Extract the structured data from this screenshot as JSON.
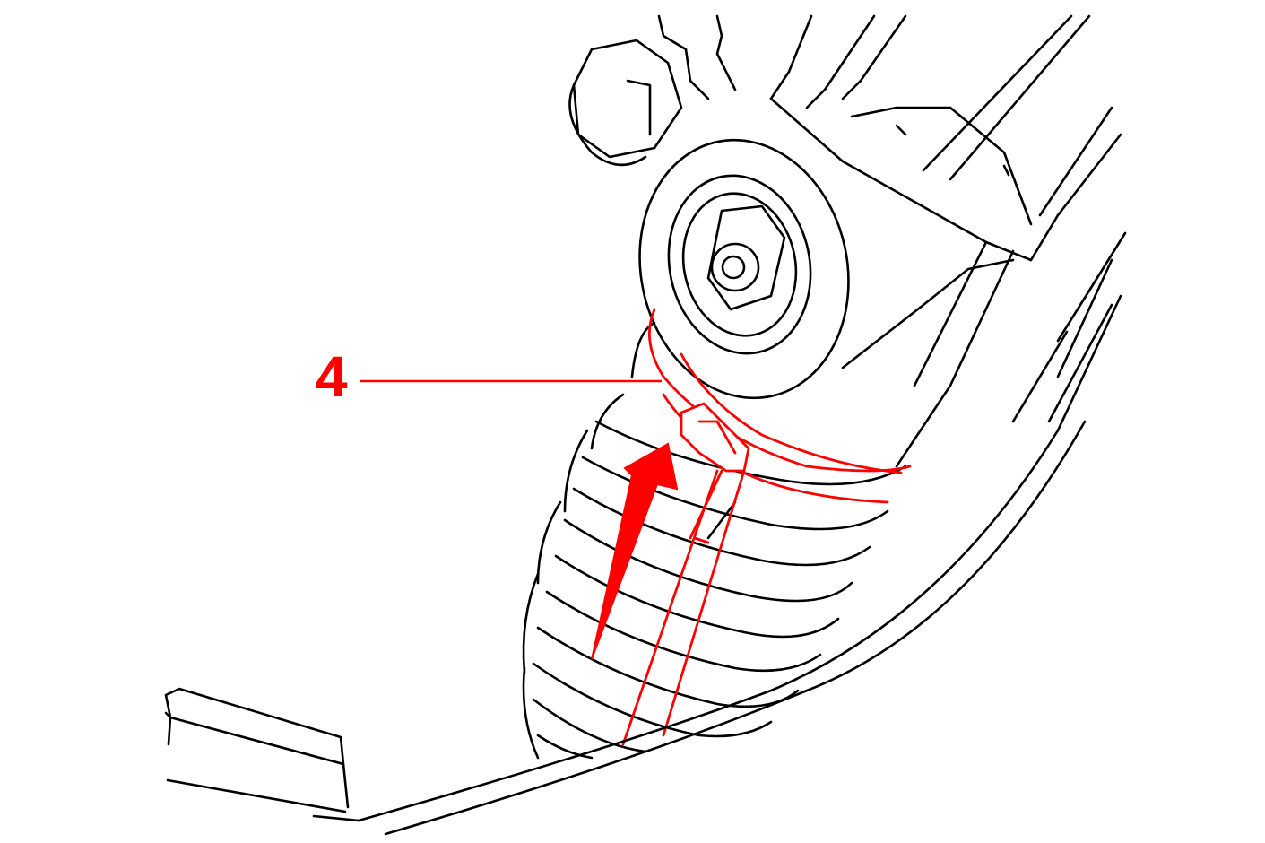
{
  "callout": {
    "number": "4",
    "color": "#ff0000"
  },
  "icons": [
    "shock-absorber-illustration",
    "cable-tie",
    "direction-arrow",
    "frame-strut"
  ]
}
